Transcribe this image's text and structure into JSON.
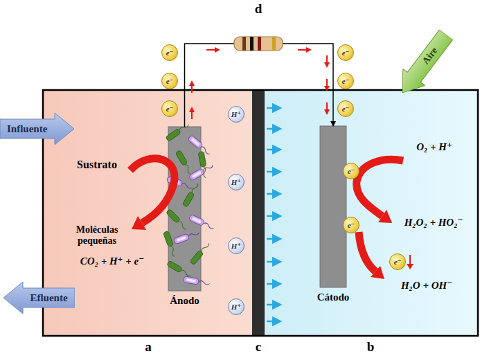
{
  "diagram": {
    "nodes": [
      {
        "text": [
          "Influente"
        ]
      },
      {
        "text": [
          "Aire"
        ]
      },
      {
        "text": [
          "e⁻"
        ]
      },
      {
        "text": [
          "e⁻"
        ]
      },
      {
        "text": [
          "e⁻"
        ]
      },
      {
        "text": [
          "e⁻"
        ]
      },
      {
        "text": [
          "e⁻"
        ]
      },
      {
        "text": [
          "e⁻"
        ]
      },
      {
        "text": [
          "H⁺"
        ]
      },
      {
        "text": [
          "Ánodo"
        ]
      },
      {
        "text": [
          "Cátodo"
        ]
      },
      {
        "text": [
          "e⁻"
        ]
      },
      {
        "text": [
          "H⁺"
        ]
      },
      {
        "text": [
          "e⁻"
        ]
      },
      {
        "text": [
          "H⁺"
        ]
      },
      {
        "text": [
          "e⁻"
        ]
      },
      {
        "text": [
          "Efluente"
        ]
      },
      {
        "text": [
          "H⁺"
        ]
      }
    ],
    "edges": [
      {
        "from": 9,
        "to": 10,
        "arrow": "to"
      }
    ],
    "labels": [
      "Sustrato",
      "Moléculas pequeñas",
      "CO₂ + H⁺ + e⁻",
      "O₂ + H⁺",
      "H₂O₂ + HO₂⁻",
      "H₂O + OH⁻",
      "a",
      "c",
      "b",
      "d"
    ]
  }
}
